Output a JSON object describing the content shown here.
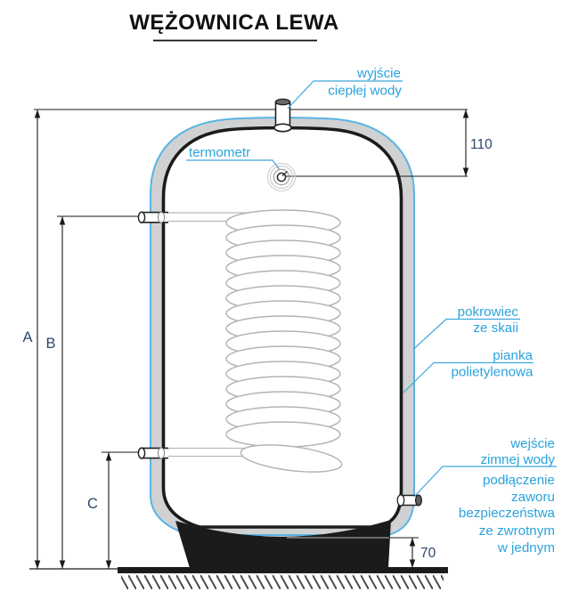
{
  "title": {
    "text": "WĘŻOWNICA LEWA"
  },
  "callouts": {
    "hot_water": {
      "line1": "wyjście",
      "line2": "ciepłej wody"
    },
    "thermometer": {
      "label": "termometr"
    },
    "cover": {
      "line1": "pokrowiec",
      "line2": "ze skaii"
    },
    "foam": {
      "line1": "pianka",
      "line2": "polietylenowa"
    },
    "cold_water": {
      "lines": [
        "wejście",
        "zimnej wody",
        "podłączenie",
        "zaworu",
        "bezpieczeństwa",
        "ze zwrotnym",
        "w jednym"
      ]
    }
  },
  "dimensions": {
    "total_height": "A",
    "upper_port_height": "B",
    "lower_port_height": "C",
    "outlet_offset": "110",
    "base_height": "70"
  },
  "colors": {
    "accent_blue": "#2aa3dc",
    "cover_blue": "#58b5e3",
    "dimension_navy": "#2e4668",
    "foam_gray": "#d0d1d3",
    "vessel_black": "#1b1b1b"
  }
}
